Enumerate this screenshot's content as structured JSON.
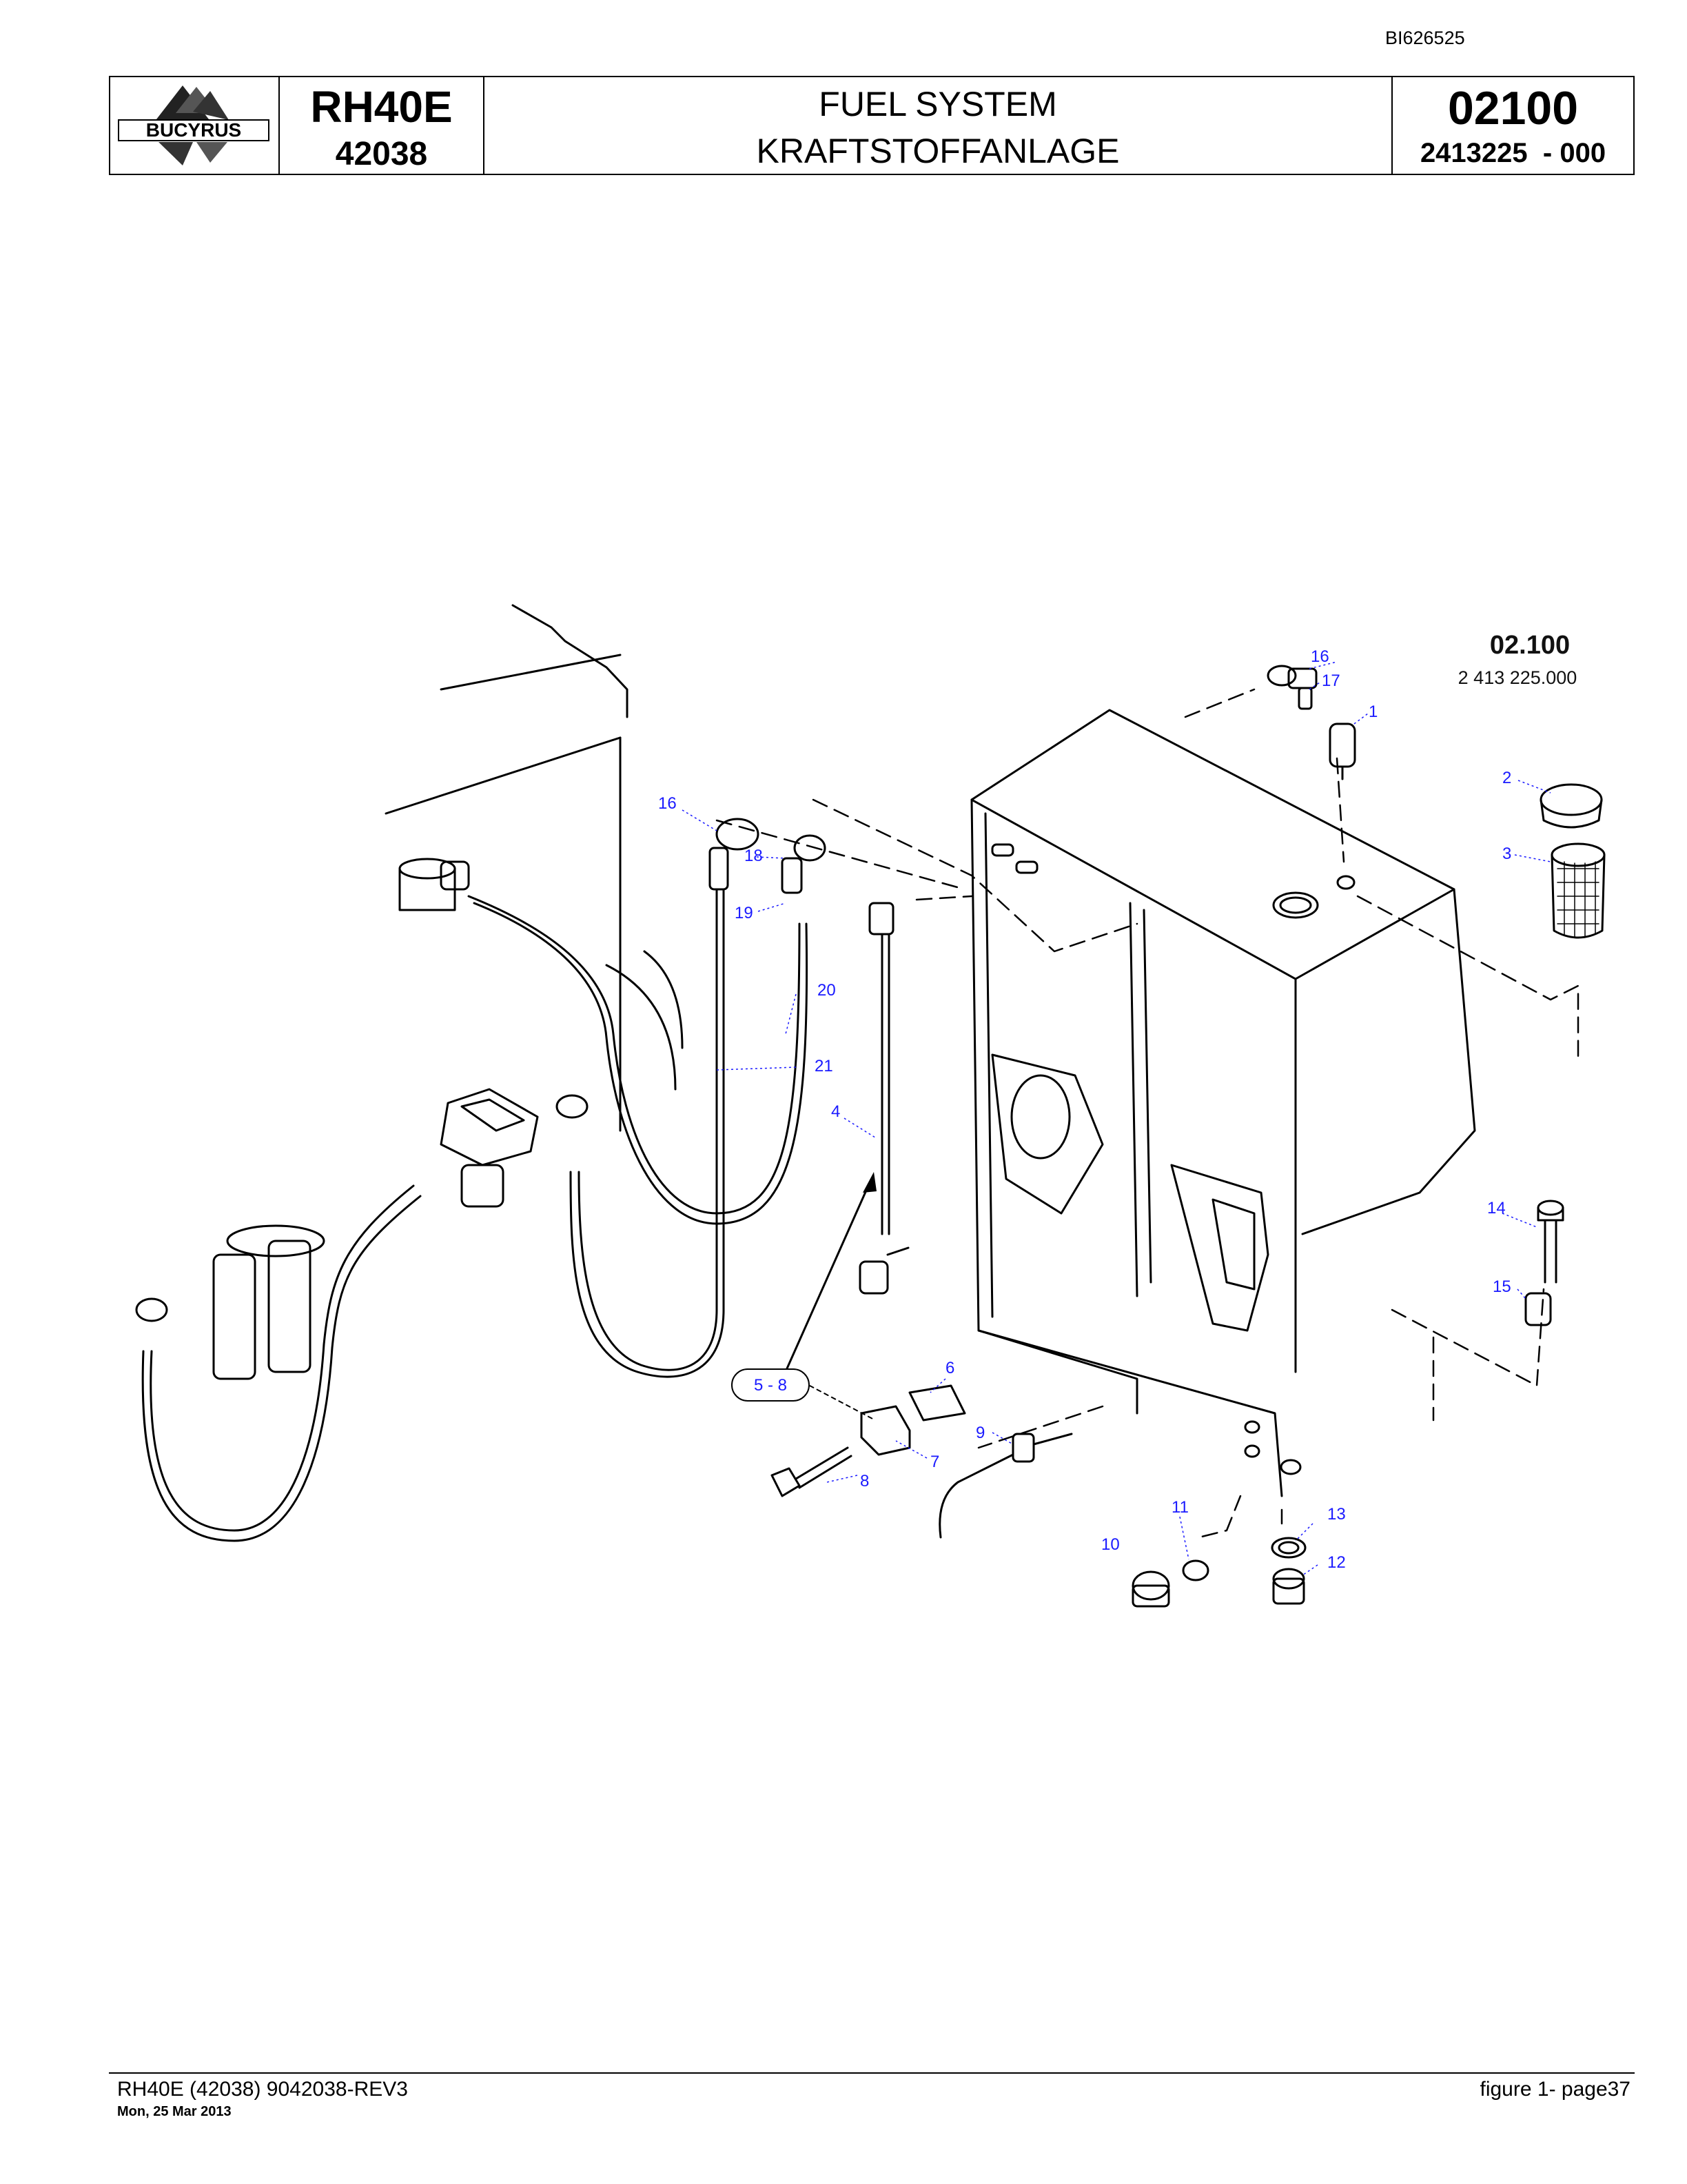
{
  "document_id": "BI626525",
  "header": {
    "logo_text": "BUCYRUS",
    "model": "RH40E",
    "model_number": "42038",
    "title_en": "FUEL SYSTEM",
    "title_de": "KRAFTSTOFFANLAGE",
    "section_code": "02100",
    "part_number": "2413225  - 000"
  },
  "drawing": {
    "stamp_code": "02.100",
    "stamp_part": "2 413 225.000",
    "callouts": [
      "16",
      "17",
      "1",
      "2",
      "3",
      "16",
      "18",
      "19",
      "20",
      "21",
      "4",
      "5 - 8",
      "6",
      "7",
      "8",
      "9",
      "14",
      "15",
      "11",
      "10",
      "13",
      "12"
    ]
  },
  "footer": {
    "left": "RH40E (42038) 9042038-REV3",
    "date": "Mon, 25 Mar 2013",
    "right": "figure  1- page37"
  }
}
